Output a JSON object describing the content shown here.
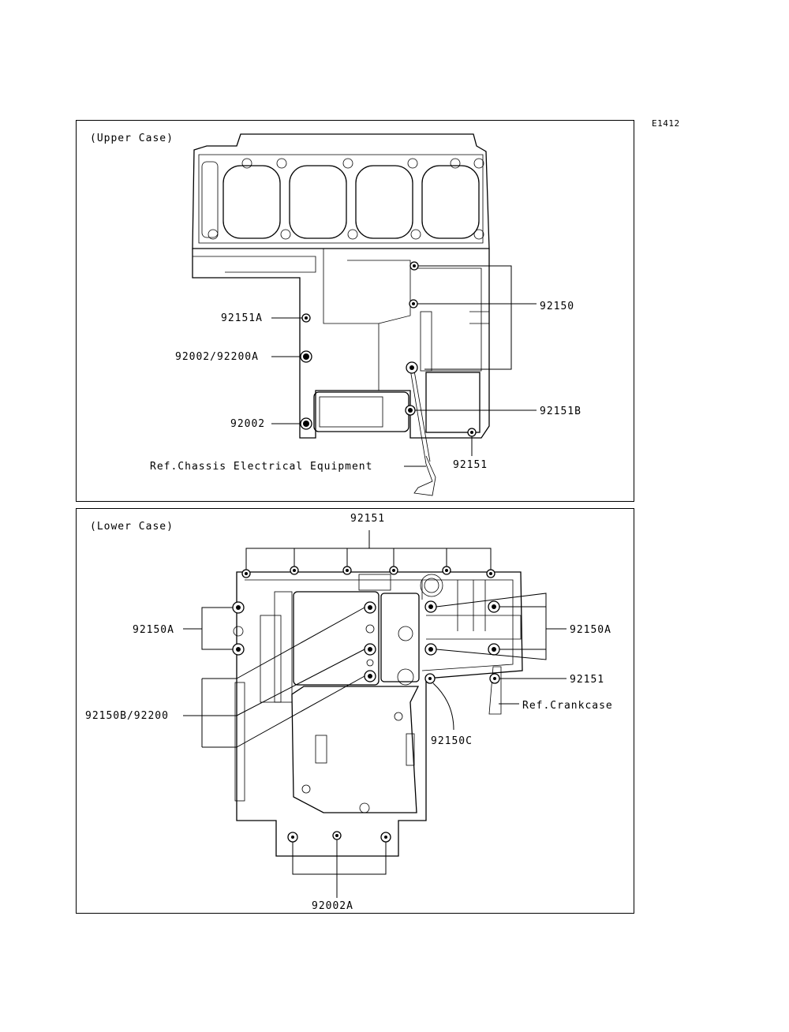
{
  "doc_code": "E1412",
  "upper": {
    "title": "(Upper Case)",
    "labels": {
      "p92151A": "92151A",
      "p92002_92200A": "92002/92200A",
      "p92002": "92002",
      "ref_chassis": "Ref.Chassis Electrical Equipment",
      "p92150": "92150",
      "p92151B": "92151B",
      "p92151": "92151"
    }
  },
  "lower": {
    "title": "(Lower Case)",
    "labels": {
      "p92151_top": "92151",
      "p92150A_left": "92150A",
      "p92150B_92200": "92150B/92200",
      "p92150A_right": "92150A",
      "p92151_right": "92151",
      "ref_crankcase": "Ref.Crankcase",
      "p92150C": "92150C",
      "p92002A": "92002A"
    }
  }
}
